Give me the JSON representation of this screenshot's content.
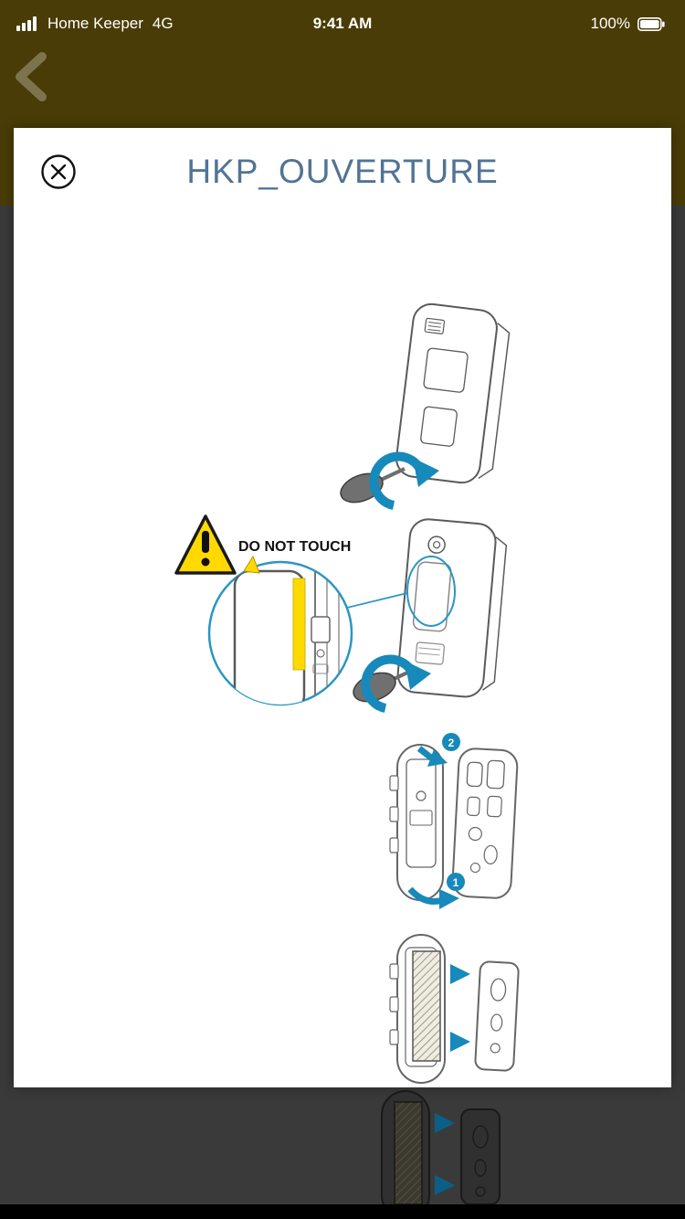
{
  "status_bar": {
    "carrier": "Home Keeper",
    "network": "4G",
    "time": "9:41 AM",
    "battery": "100%"
  },
  "viewer": {
    "title": "HKP_OUVERTURE"
  },
  "diagram": {
    "warning_label": "DO NOT TOUCH",
    "step2_badge": "2",
    "step1_badge": "1",
    "colors": {
      "arrow_blue": "#1789ba",
      "highlight_blue": "#2a96c4",
      "warning_yellow": "#ffd900",
      "title_blue": "#527494",
      "topbar_olive": "#4a3c06",
      "background_gray": "#3a3a3a"
    }
  }
}
